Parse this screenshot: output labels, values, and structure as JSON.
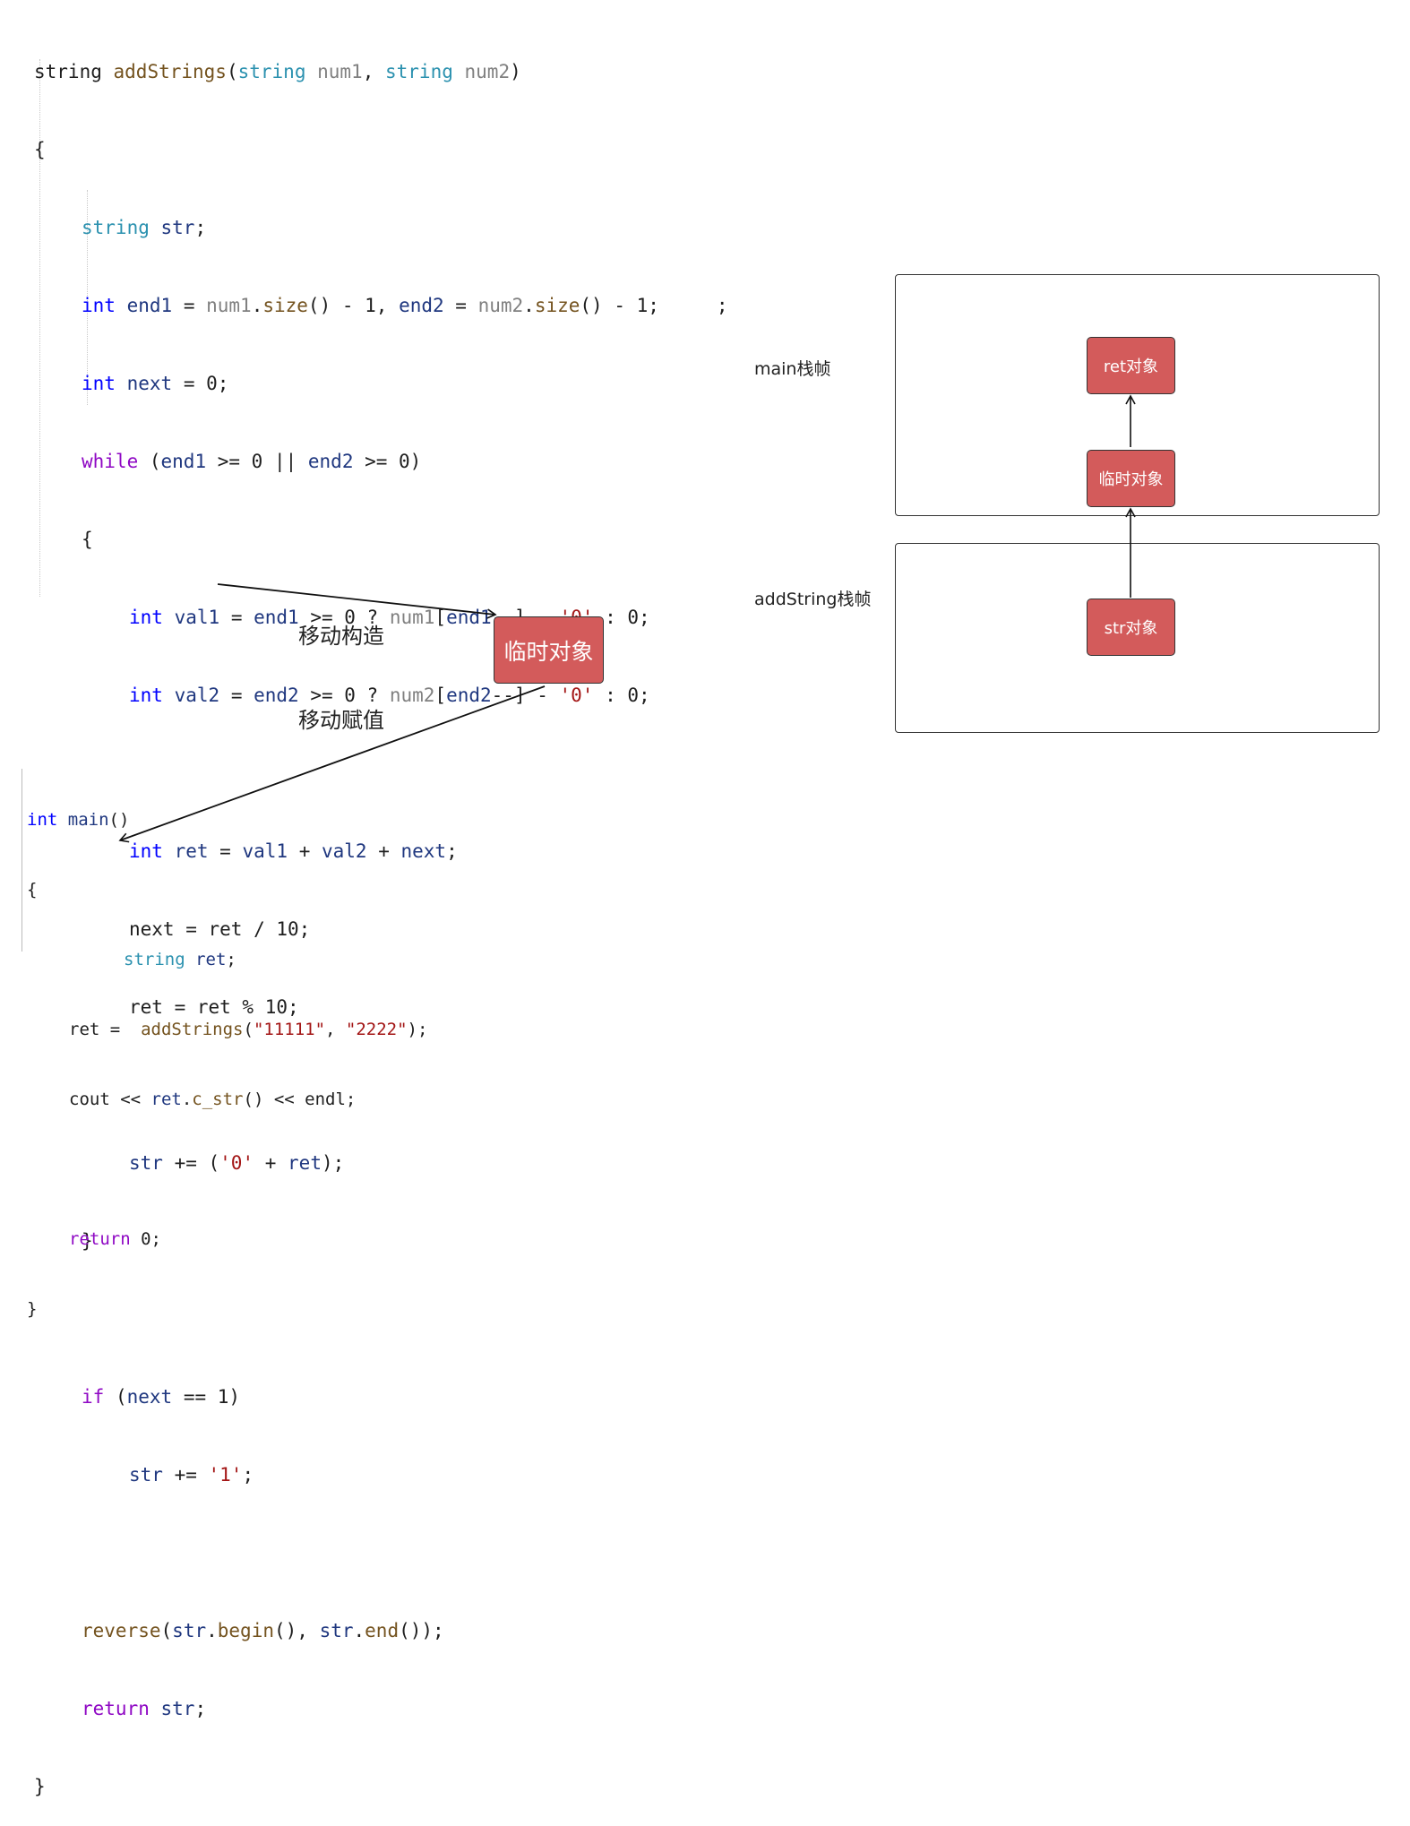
{
  "code_top": {
    "lines": [
      "string addStrings(string num1, string num2)",
      "{",
      "string str;",
      "int end1 = num1.size() - 1, end2 = num2.size() - 1;",
      ";",
      "int next = 0;",
      "while (end1 >= 0 || end2 >= 0)",
      "{",
      "int val1 = end1 >= 0 ? num1[end1--] - '0' : 0;",
      "int val2 = end2 >= 0 ? num2[end2--] - '0' : 0;",
      "int ret = val1 + val2 + next;",
      "next = ret / 10;",
      "ret = ret % 10;",
      "str += ('0' + ret);",
      "}",
      "if (next == 1)",
      "str += '1';",
      "reverse(str.begin(), str.end());",
      "return str;",
      "}"
    ]
  },
  "code_main": {
    "lines": [
      "int main()",
      "{",
      "string ret;",
      "ret =  addStrings(\"11111\", \"2222\");",
      "cout << ret.c_str() << endl;",
      "return 0;",
      "}"
    ]
  },
  "labels": {
    "move_construct": "移动构造",
    "move_assign": "移动赋值",
    "temp_object": "临时对象",
    "main_frame": "main栈帧",
    "addstring_frame": "addString栈帧",
    "ret_object": "ret对象",
    "temp_object_small": "临时对象",
    "str_object": "str对象"
  },
  "colors": {
    "object_fill": "#d35b5b",
    "keyword": "#0000ff",
    "type": "#2b91af",
    "control": "#8f08c4",
    "string": "#a31515"
  }
}
